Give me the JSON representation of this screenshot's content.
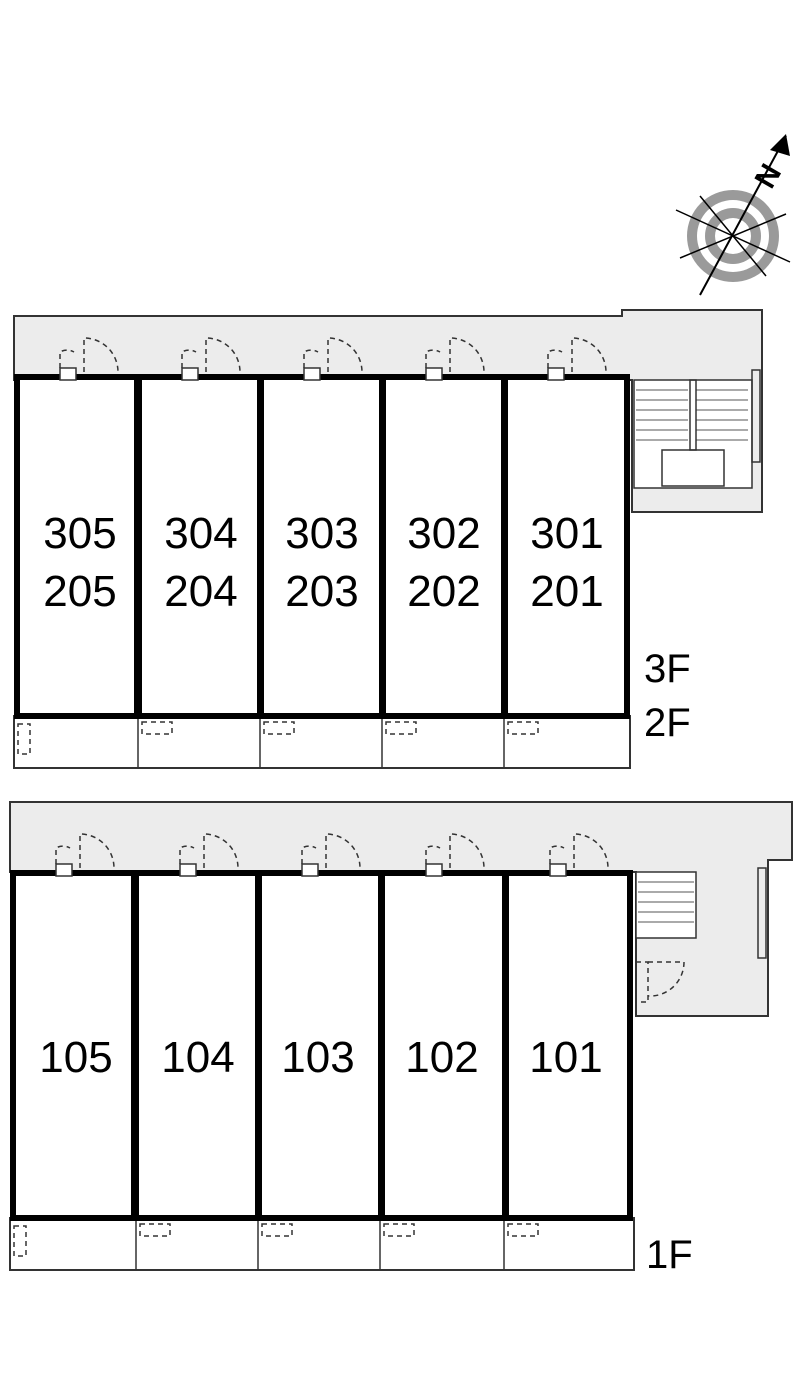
{
  "compass": {
    "label": "N"
  },
  "upper_block": {
    "rooms": [
      {
        "top": "305",
        "bottom": "205"
      },
      {
        "top": "304",
        "bottom": "204"
      },
      {
        "top": "303",
        "bottom": "203"
      },
      {
        "top": "302",
        "bottom": "202"
      },
      {
        "top": "301",
        "bottom": "201"
      }
    ],
    "floor_labels": [
      "3F",
      "2F"
    ]
  },
  "lower_block": {
    "rooms": [
      "105",
      "104",
      "103",
      "102",
      "101"
    ],
    "floor_labels": [
      "1F"
    ]
  }
}
